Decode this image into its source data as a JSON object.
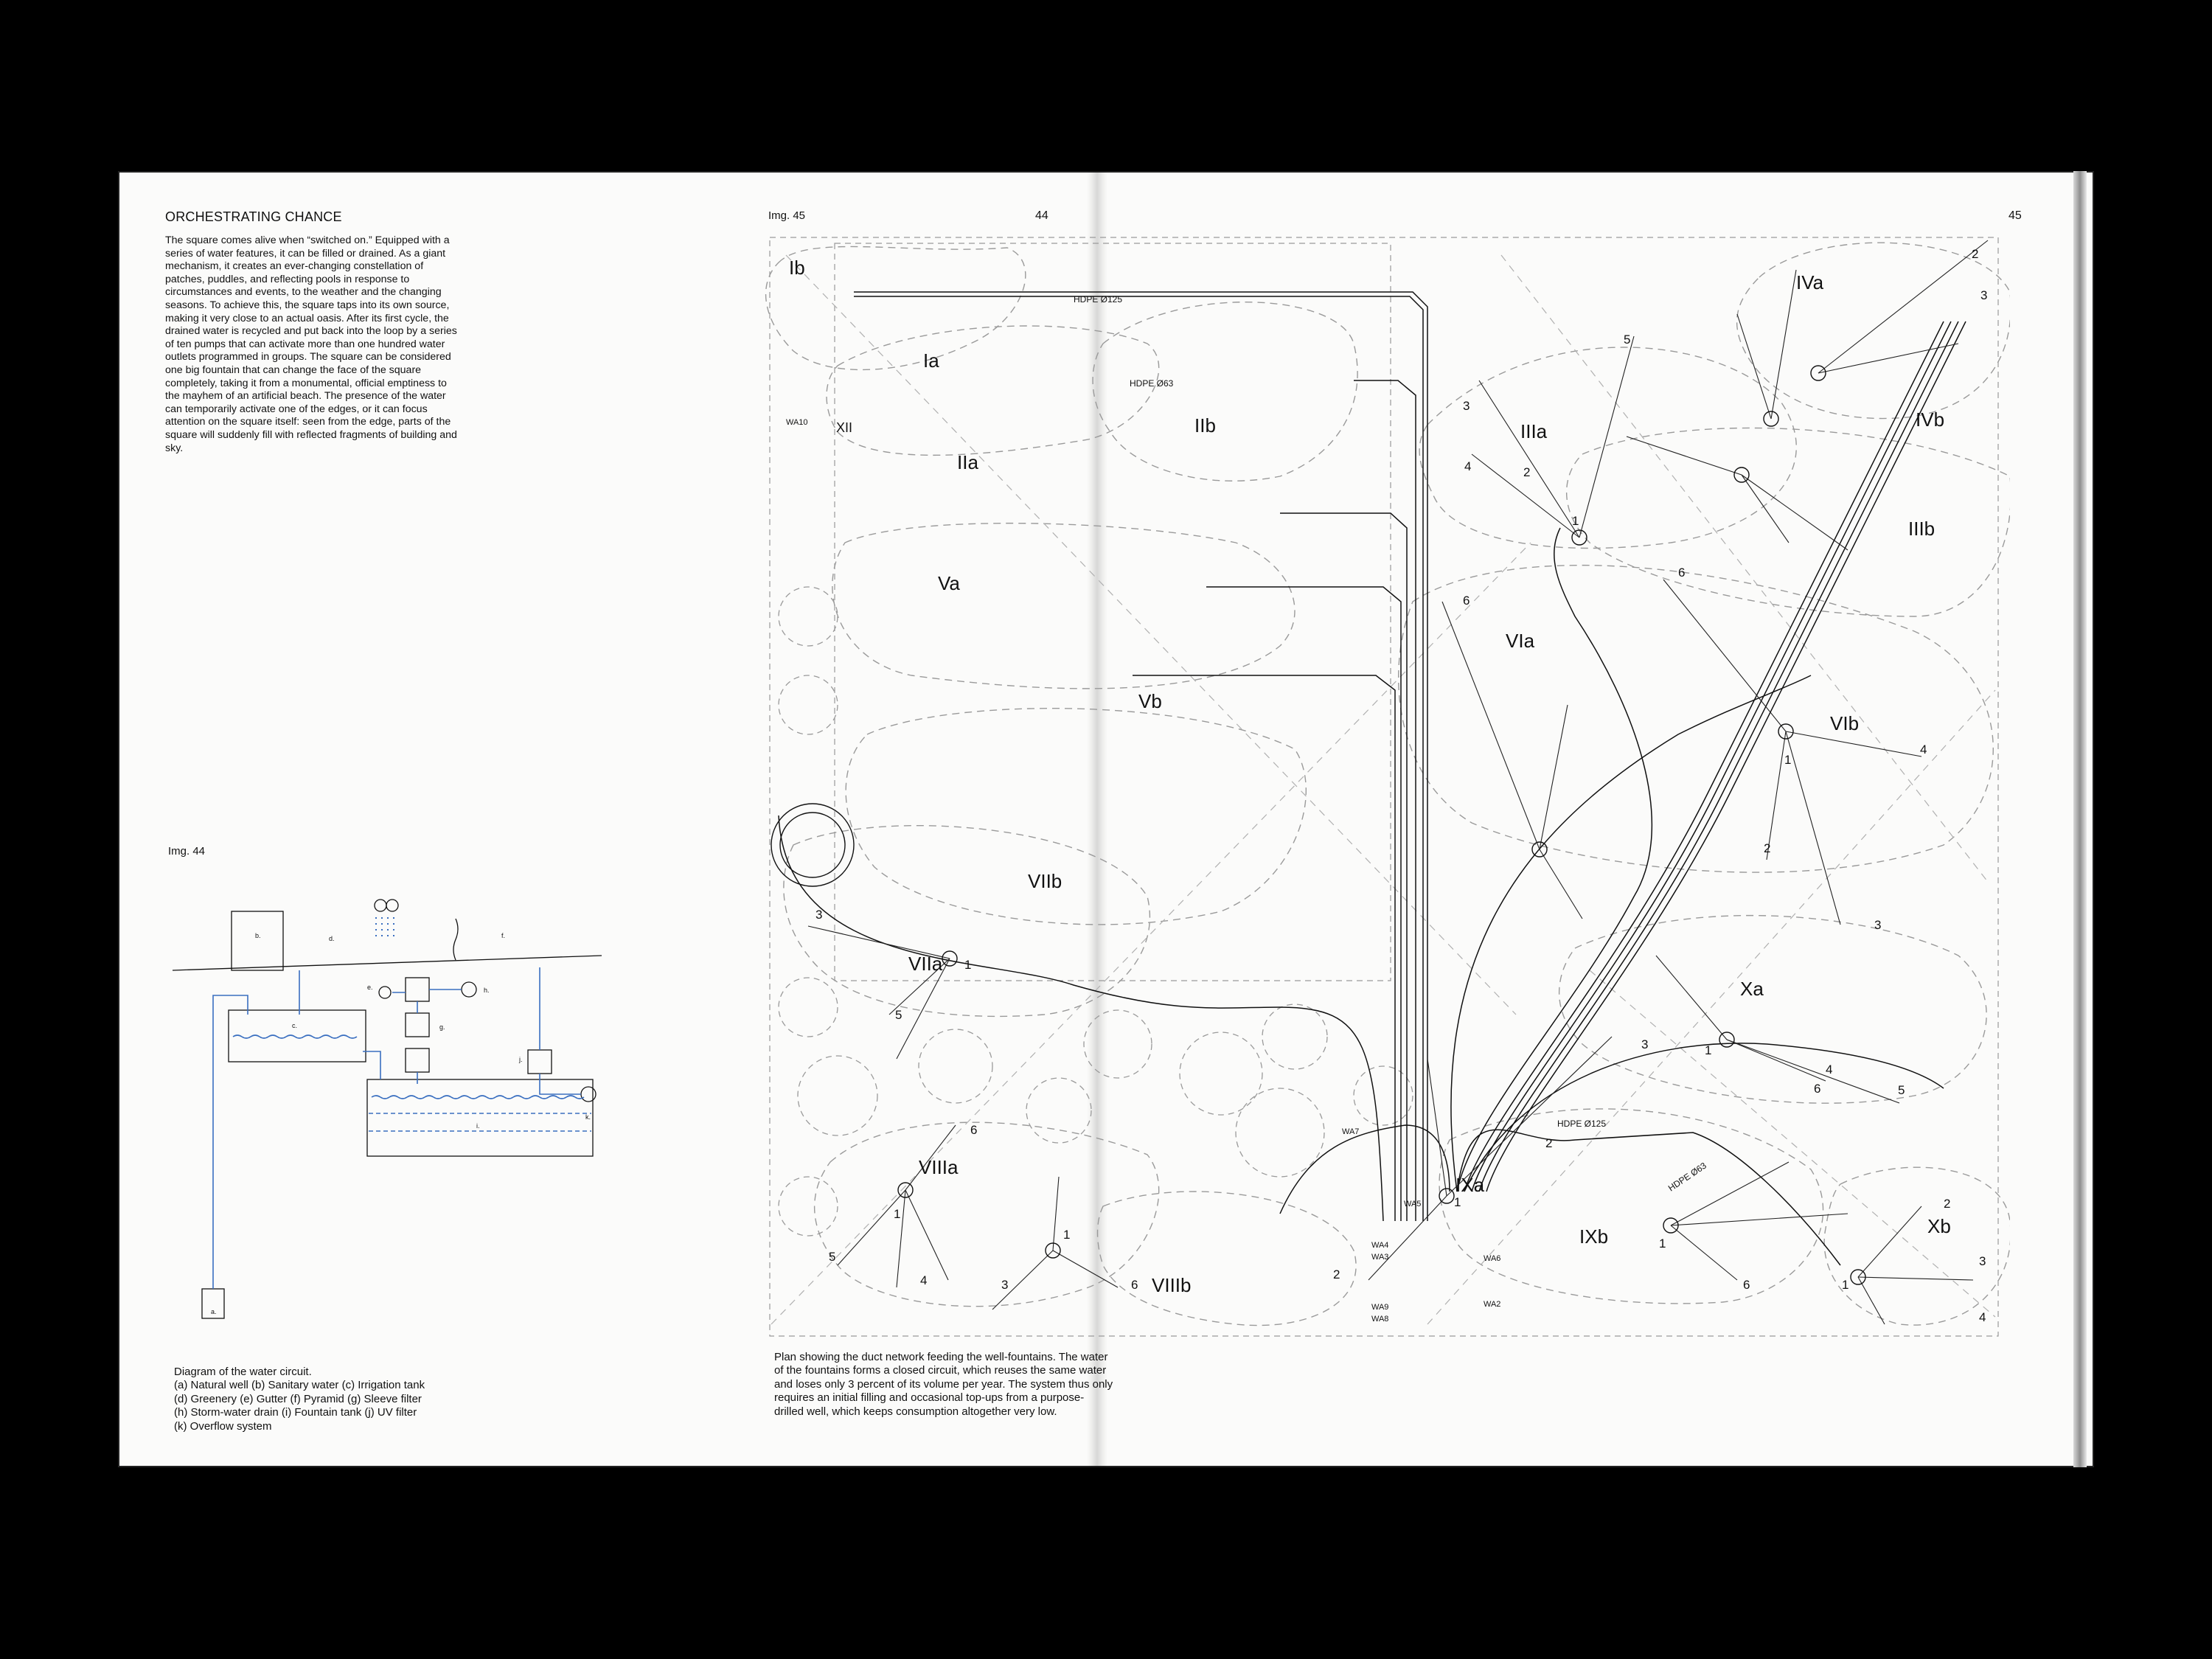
{
  "page": {
    "heading": "ORCHESTRATING CHANCE",
    "body": "The square comes alive when “switched on.” Equipped with a series of water features, it can be filled or drained. As a giant mechanism, it creates an ever-changing constellation of patches, puddles, and reflecting pools in response to circumstances and events, to the weather and the changing seasons. To achieve this, the square taps into its own source, making it very close to an actual oasis. After its first cycle, the drained water is recycled and put back into the loop by a series of ten pumps that can activate more than one hundred water outlets programmed in groups. The square can be considered one big fountain that can change the face of the square completely, taking it from a monumental, official emptiness to the mayhem of an artificial beach. The presence of the water can temporarily activate one of the edges, or it can focus attention on the square itself: seen from the edge, parts of the square will suddenly fill with reflected fragments of building and sky.",
    "img44_label": "Img. 44",
    "img45_label": "Img. 45",
    "page_left": "44",
    "page_right": "45",
    "caption_left_lines": [
      "Diagram of the water circuit.",
      "(a) Natural well (b) Sanitary water (c) Irrigation tank",
      "(d) Greenery (e) Gutter (f) Pyramid (g) Sleeve filter",
      "(h) Storm-water drain (i) Fountain tank (j) UV filter",
      "(k) Overflow system"
    ],
    "caption_right": "Plan showing the duct network feeding the well-fountains. The water of the fountains forms a closed circuit, which reuses the same water and loses only 3 percent of its volume per year. The system thus only requires an initial filling and occasional top-ups from a purpose-drilled well, which keeps consumption altogether very low."
  },
  "circuit": {
    "labels": [
      "a.",
      "b.",
      "c.",
      "d.",
      "e.",
      "f.",
      "g.",
      "h.",
      "i.",
      "j.",
      "k."
    ]
  },
  "plan": {
    "zones": [
      "Ib",
      "Ia",
      "IIa",
      "IIb",
      "IIIa",
      "IIIb",
      "IVa",
      "IVb",
      "Va",
      "Vb",
      "VIa",
      "VIb",
      "VIIa",
      "VIIb",
      "VIIIa",
      "VIIIb",
      "IXa",
      "IXb",
      "Xa",
      "Xb",
      "XII"
    ],
    "pipes": [
      "HDPE Ø125",
      "HDPE Ø63",
      "HDPE Ø125",
      "HDPE Ø63"
    ],
    "outlets": [
      "WA10",
      "WA7",
      "WA5",
      "WA4",
      "WA3",
      "WA9",
      "WA8",
      "WA6",
      "WA2"
    ],
    "nozzles": [
      "1",
      "2",
      "3",
      "4",
      "5",
      "6"
    ]
  },
  "colors": {
    "paper": "#fbfbfa",
    "ink": "#111111",
    "circuit_blue": "#3a6fc0",
    "dash": "#9a9a9a"
  }
}
